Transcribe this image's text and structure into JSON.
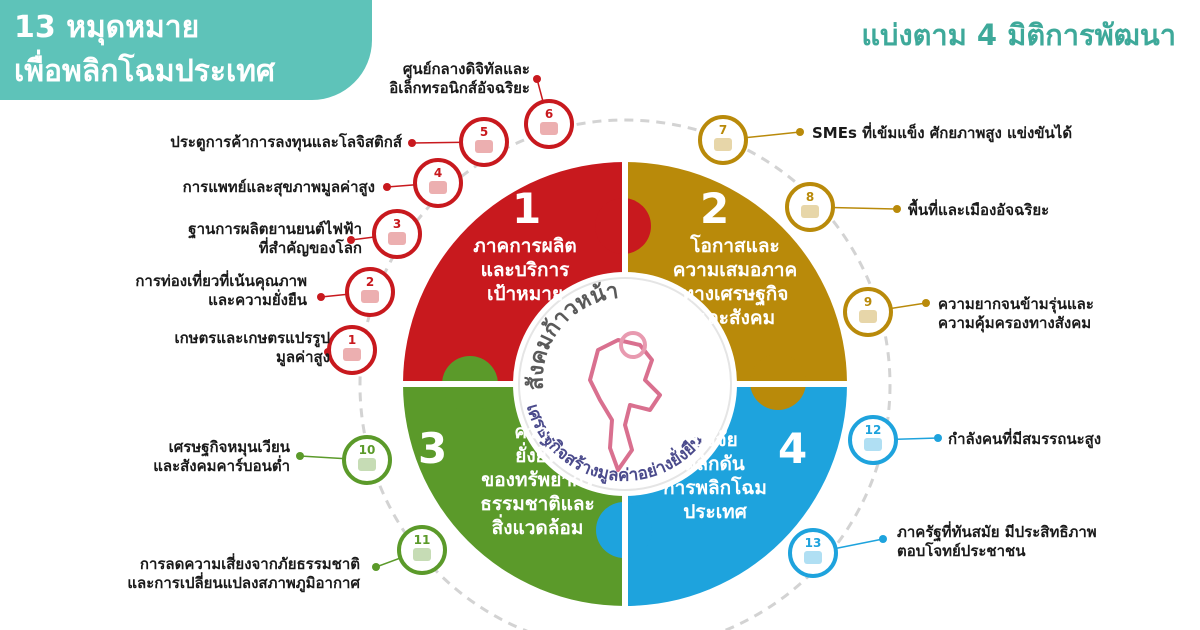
{
  "header": {
    "title_line1": "13 หมุดหมาย",
    "title_line2": "เพื่อพลิกโฉมประเทศ",
    "subtitle": "แบ่งตาม 4 มิติการพัฒนา"
  },
  "center": {
    "top_text": "สังคมก้าวหน้า",
    "bottom_text": "เศรษฐกิจสร้างมูลค่าอย่างยั่งยืน"
  },
  "dimensions": [
    {
      "number": "1",
      "lines": [
        "ภาคการผลิต",
        "และบริการ",
        "เป้าหมาย"
      ],
      "color": "#c8191e"
    },
    {
      "number": "2",
      "lines": [
        "โอกาสและ",
        "ความเสมอภาค",
        "ทางเศรษฐกิจ",
        "และสังคม"
      ],
      "color": "#b98a0a"
    },
    {
      "number": "3",
      "lines": [
        "ความ",
        "ยั่งยืน",
        "ของทรัพยากร",
        "ธรรมชาติและ",
        "สิ่งแวดล้อม"
      ],
      "color": "#5b9a2a"
    },
    {
      "number": "4",
      "lines": [
        "ปัจจัย",
        "ผลักดัน",
        "การพลิกโฉม",
        "ประเทศ"
      ],
      "color": "#1ea3dd"
    }
  ],
  "goals": [
    {
      "number": "1",
      "lines": [
        "เกษตรและเกษตรแปรรูป",
        "มูลค่าสูง"
      ],
      "color": "#c8191e",
      "icon": "farm-map-icon"
    },
    {
      "number": "2",
      "lines": [
        "การท่องเที่ยวที่เน้นคุณภาพ",
        "และความยั่งยืน"
      ],
      "color": "#c8191e",
      "icon": "guide-book-icon"
    },
    {
      "number": "3",
      "lines": [
        "ฐานการผลิตยานยนต์ไฟฟ้า",
        "ที่สำคัญของโลก"
      ],
      "color": "#c8191e",
      "icon": "ev-charger-icon"
    },
    {
      "number": "4",
      "lines": [
        "การแพทย์และสุขภาพมูลค่าสูง"
      ],
      "color": "#c8191e",
      "icon": "medical-hands-icon"
    },
    {
      "number": "5",
      "lines": [
        "ประตูการค้าการลงทุนและโลจิสติกส์"
      ],
      "color": "#c8191e",
      "icon": "logistics-icon"
    },
    {
      "number": "6",
      "lines": [
        "ศูนย์กลางดิจิทัลและ",
        "อิเล็กทรอนิกส์อัจฉริยะ"
      ],
      "color": "#c8191e",
      "icon": "digital-network-icon"
    },
    {
      "number": "7",
      "lines": [
        "SMEs ที่เข้มแข็ง ศักยภาพสูง แข่งขันได้"
      ],
      "color": "#b98a0a",
      "icon": "shop-icon"
    },
    {
      "number": "8",
      "lines": [
        "พื้นที่และเมืองอัจฉริยะ"
      ],
      "color": "#b98a0a",
      "icon": "smart-city-icon"
    },
    {
      "number": "9",
      "lines": [
        "ความยากจนข้ามรุ่นและ",
        "ความคุ้มครองทางสังคม"
      ],
      "color": "#b98a0a",
      "icon": "family-shield-icon"
    },
    {
      "number": "10",
      "lines": [
        "เศรษฐกิจหมุนเวียน",
        "และสังคมคาร์บอนต่ำ"
      ],
      "color": "#5b9a2a",
      "icon": "recycle-icon"
    },
    {
      "number": "11",
      "lines": [
        "การลดความเสี่ยงจากภัยธรรมชาติ",
        "และการเปลี่ยนแปลงสภาพภูมิอากาศ"
      ],
      "color": "#5b9a2a",
      "icon": "landscape-icon"
    },
    {
      "number": "12",
      "lines": [
        "กำลังคนที่มีสมรรถนะสูง"
      ],
      "color": "#1ea3dd",
      "icon": "workforce-icon"
    },
    {
      "number": "13",
      "lines": [
        "ภาครัฐที่ทันสมัย มีประสิทธิภาพ",
        "ตอบโจทย์ประชาชน"
      ],
      "color": "#1ea3dd",
      "icon": "government-building-icon"
    }
  ]
}
